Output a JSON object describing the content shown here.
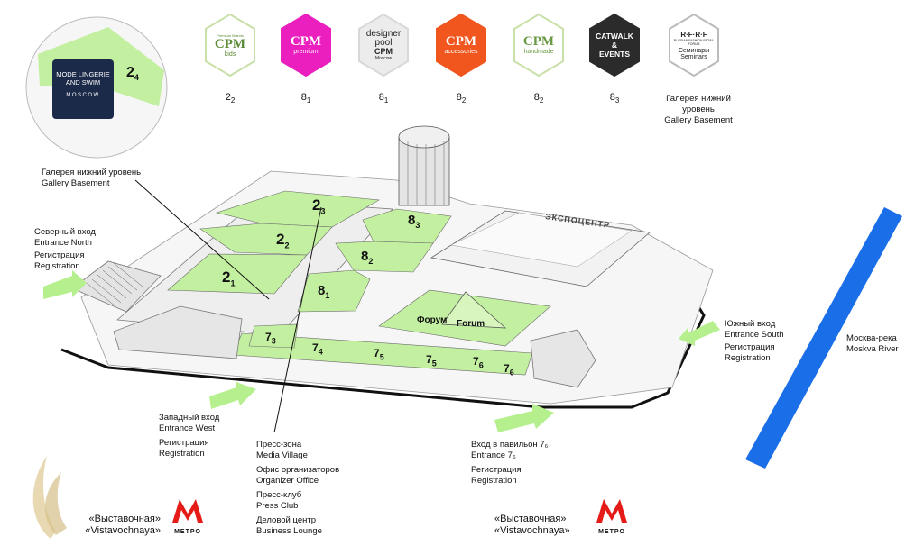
{
  "brands": [
    {
      "id": "cpm-kids",
      "top": "Premium Brands",
      "name": "CPM",
      "sub": "kids",
      "floor": "2",
      "floor_sub": "2",
      "bg": "#ffffff",
      "stroke": "#c9e0a8",
      "fg": "#5a8a35"
    },
    {
      "id": "cpm-premium",
      "top": "",
      "name": "CPM",
      "sub": "premium",
      "floor": "8",
      "floor_sub": "1",
      "bg": "#ea1fbe",
      "stroke": "#ea1fbe",
      "fg": "#ffffff"
    },
    {
      "id": "designer-pool",
      "top": "designer",
      "name": "pool",
      "sub": "CPM",
      "sub2": "Moscow",
      "floor": "8",
      "floor_sub": "1",
      "bg": "#ececec",
      "stroke": "#d8d8d8",
      "fg": "#222222"
    },
    {
      "id": "cpm-accessories",
      "top": "",
      "name": "CPM",
      "sub": "accessories",
      "floor": "8",
      "floor_sub": "2",
      "bg": "#f1561e",
      "stroke": "#f1561e",
      "fg": "#ffffff"
    },
    {
      "id": "cpm-handmade",
      "top": "",
      "name": "CPM",
      "sub": "handmade",
      "floor": "8",
      "floor_sub": "2",
      "bg": "#ffffff",
      "stroke": "#c9e0a8",
      "fg": "#6a9a45"
    },
    {
      "id": "catwalk",
      "top": "CATWALK",
      "name": "&",
      "sub": "EVENTS",
      "floor": "8",
      "floor_sub": "3",
      "bg": "#2b2b2b",
      "stroke": "#2b2b2b",
      "fg": "#ffffff"
    },
    {
      "id": "rfrf",
      "top": "R·F·R·F",
      "name": "RUSSIAN FASHION RETAIL FORUM",
      "sub": "Семинары",
      "sub2": "Seminars",
      "floor": "",
      "floor_sub": "",
      "bg": "#ffffff",
      "stroke": "#bbbbbb",
      "fg": "#222222"
    }
  ],
  "rfrf_caption": [
    "Галерея нижний",
    "уровень",
    "Gallery Basement"
  ],
  "circle": {
    "brand_line1": "MODE LINGERIE",
    "brand_line2": "AND SWIM",
    "brand_line3": "MOSCOW",
    "hall": "2",
    "hall_sub": "4"
  },
  "gallery_label": [
    "Галерея нижний уровень",
    "Gallery Basement"
  ],
  "north": [
    "Северный вход",
    "Entrance North",
    "Регистрация",
    "Registration"
  ],
  "south": [
    "Южный вход",
    "Entrance South",
    "Регистрация",
    "Registration"
  ],
  "west": [
    "Западный вход",
    "Entrance West",
    "Регистрация",
    "Registration"
  ],
  "pavilion": [
    "Вход в павильон 7₆",
    "Entrance 7₆",
    "Регистрация",
    "Registration"
  ],
  "press": [
    "Пресс-зона",
    "Media Village",
    "Офис организаторов",
    "Organizer Office",
    "Пресс-клуб",
    "Press Club",
    "Деловой центр",
    "Business Lounge"
  ],
  "river": [
    "Москва-река",
    "Moskva River"
  ],
  "metro": {
    "station_ru": "«Выставочная»",
    "station_en": "«Vistavochnaya»",
    "logo_text": "МЕТРО"
  },
  "forum": {
    "ru": "Форум",
    "en": "Forum"
  },
  "halls": [
    {
      "n": "2",
      "s": "3"
    },
    {
      "n": "2",
      "s": "2"
    },
    {
      "n": "2",
      "s": "1"
    },
    {
      "n": "8",
      "s": "3"
    },
    {
      "n": "8",
      "s": "2"
    },
    {
      "n": "8",
      "s": "1"
    },
    {
      "n": "7",
      "s": "3"
    },
    {
      "n": "7",
      "s": "4"
    },
    {
      "n": "7",
      "s": "5"
    },
    {
      "n": "7",
      "s": "5"
    },
    {
      "n": "7",
      "s": "6"
    },
    {
      "n": "7",
      "s": "6"
    }
  ],
  "building_sign": "ЭКСПОЦЕНТР",
  "colors": {
    "hall_green": "#c3f0a0",
    "arrow_green": "#b6f08e",
    "river_blue": "#1a6ee8",
    "outline": "#1a1a1a"
  }
}
